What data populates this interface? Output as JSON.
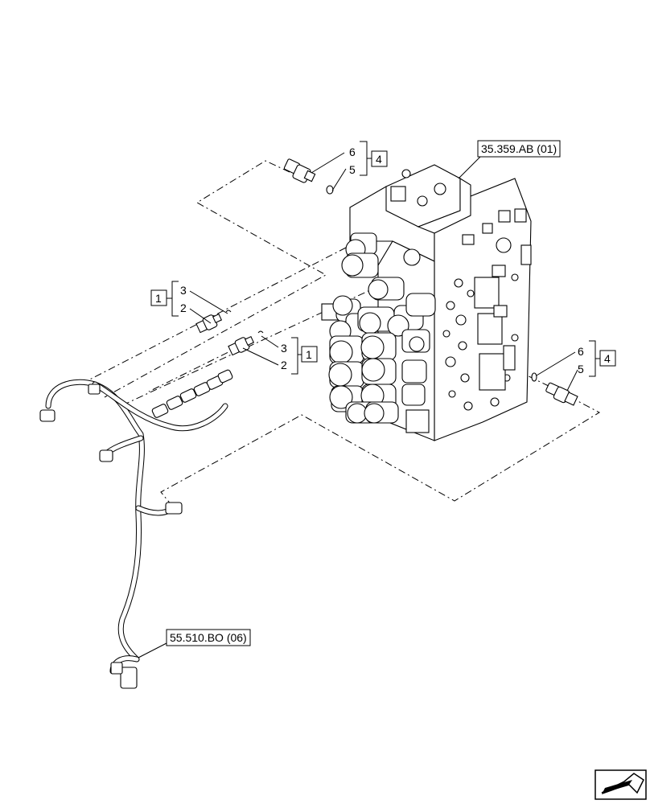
{
  "callouts": {
    "ref_valve": "35.359.AB (01)",
    "ref_harness": "55.510.BO (06)",
    "top_group": {
      "upper": "6",
      "lower": "5",
      "box": "4"
    },
    "left_group": {
      "upper": "3",
      "lower": "2",
      "box": "1"
    },
    "center_group": {
      "upper": "3",
      "lower": "2",
      "box": "1"
    },
    "right_group": {
      "upper": "6",
      "lower": "5",
      "box": "4"
    }
  },
  "nav_icon": "page-corner-arrow-icon"
}
